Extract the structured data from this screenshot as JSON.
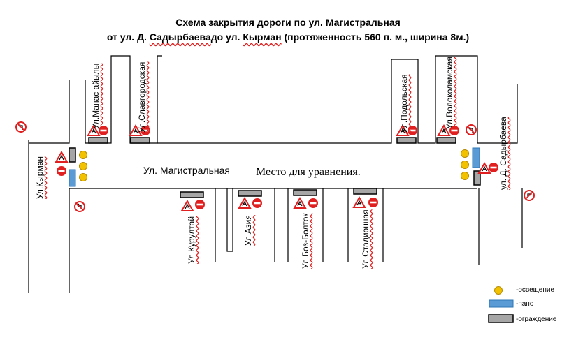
{
  "title": {
    "line1": "Схема закрытия дороги по ул. Магистральная",
    "line2_pre": "от ул. Д. ",
    "line2_u1": "Садырбаева",
    "line2_mid": "до ул. ",
    "line2_u2": "Кырман",
    "line2_post": "  (протяженность 560 п. м., ширина 8м.)"
  },
  "streets": {
    "manas": "Ул.Манас айылы",
    "slavgorod": "Ул.Славгородская",
    "podolsk": "Ул.Подольская",
    "volokolamsk": "Ул.Волоколамская",
    "kyrman": "Ул.Кырман",
    "sadyrbaev": "ул. Д. Садырбаева",
    "kurultai": "Ул.Курултай",
    "aziya": "Ул.Азия",
    "boz_boltok": "Ул.Боз-Болток",
    "stadionnaya": "Ул.Стадионная",
    "main": "Ул. Магистральная"
  },
  "place_label": "Место для уравнения.",
  "legend": {
    "lighting": "-освещение",
    "panel": "-пано",
    "barrier": "-ограждение"
  },
  "colors": {
    "lighting": "#f2c200",
    "panel": "#5b9bd5",
    "barrier": "#a6a6a6",
    "no_entry": "#e02020",
    "warning_border": "#e02020"
  },
  "icons": [
    "roadwork-warning-icon",
    "no-entry-icon",
    "lighting-lamp-icon",
    "info-panel-icon",
    "barrier-icon",
    "no-left-turn-icon",
    "no-right-turn-icon"
  ]
}
